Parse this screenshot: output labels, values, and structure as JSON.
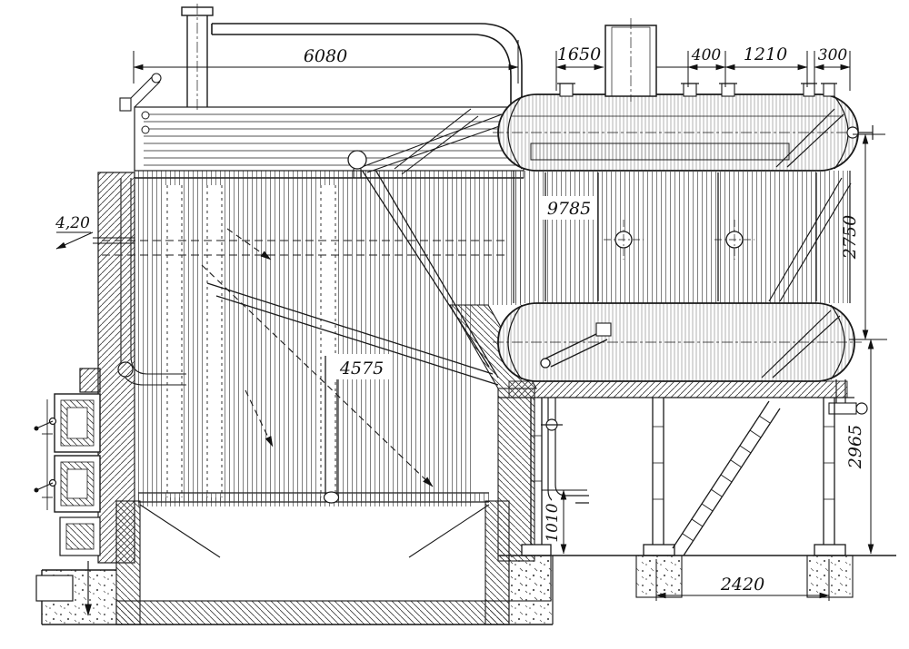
{
  "drawing": {
    "dimensions": {
      "top_span": "6080",
      "drum_seg_1": "1650",
      "drum_seg_2": "400",
      "drum_seg_3": "1210",
      "drum_seg_4": "300",
      "overall_length": "9785",
      "furnace_width": "4575",
      "level_mark": "4,20",
      "drum_center_spacing": "2750",
      "mud_drum_to_ground": "2965",
      "grate_to_floor": "1010",
      "column_spacing": "2420"
    }
  }
}
